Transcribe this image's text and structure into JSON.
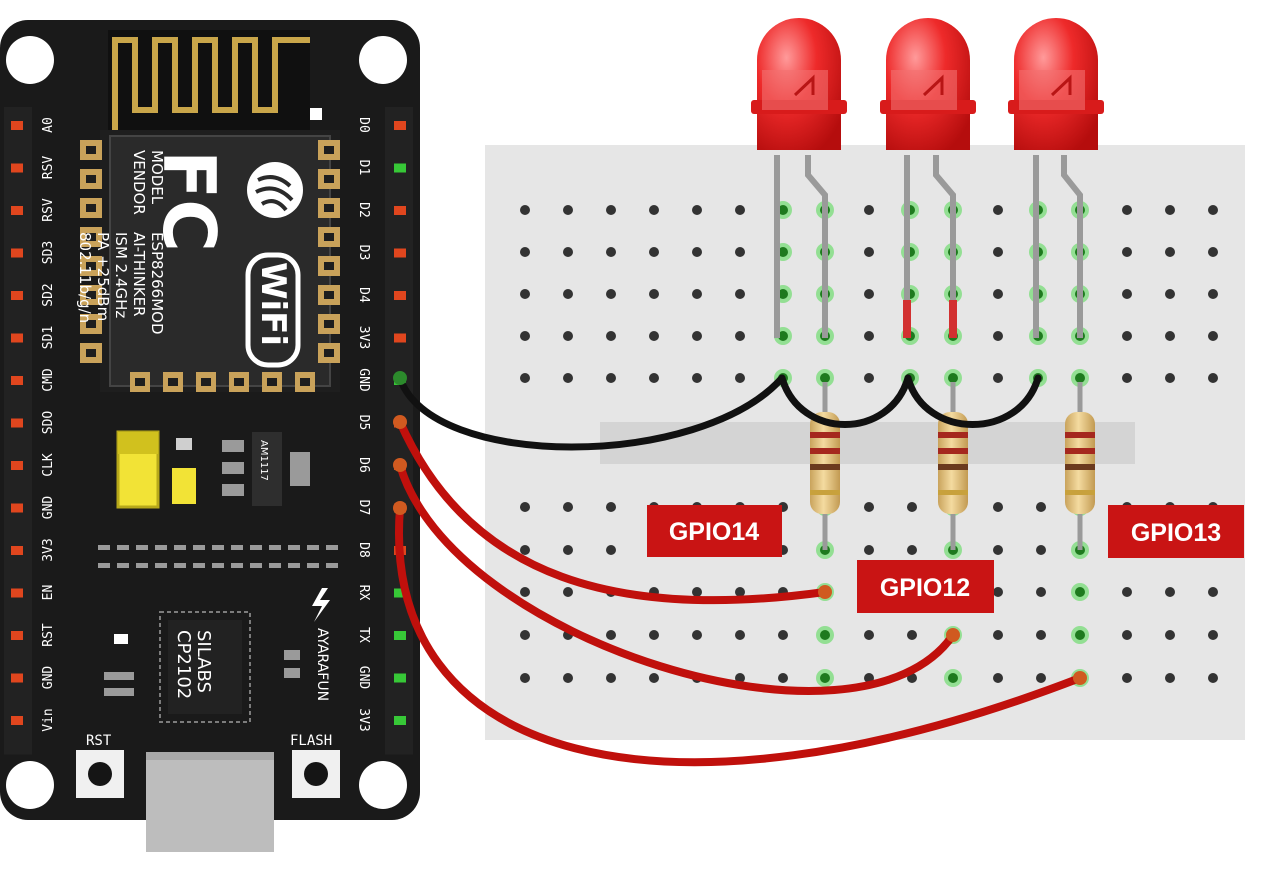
{
  "board": {
    "left_pins": [
      "A0",
      "RSV",
      "RSV",
      "SD3",
      "SD2",
      "SD1",
      "CMD",
      "SDO",
      "CLK",
      "GND",
      "3V3",
      "EN",
      "RST",
      "GND",
      "Vin"
    ],
    "right_pins": [
      "D0",
      "D1",
      "D2",
      "D3",
      "D4",
      "3V3",
      "GND",
      "D5",
      "D6",
      "D7",
      "D8",
      "RX",
      "TX",
      "GND",
      "3V3"
    ],
    "module": {
      "fc_logo": "FC",
      "lines": [
        "MODEL",
        "VENDOR",
        "ISM 2.4GHz",
        "PA +25dBm",
        "802.11b/g/n"
      ],
      "values": [
        "ESP8266MOD",
        "AI-THINKER"
      ],
      "wifi_logo": "WiFi"
    },
    "regulator": "AM1117",
    "usb_chip": [
      "SILABS",
      "CP2102"
    ],
    "maker": "AYARAFUN",
    "buttons": {
      "reset": "RST",
      "flash": "FLASH"
    }
  },
  "labels": {
    "gpio14": "GPIO14",
    "gpio12": "GPIO12",
    "gpio13": "GPIO13"
  },
  "colors": {
    "board": "#1a1a1a",
    "breadboard": "#e6e6e6",
    "wire_ground": "#111111",
    "wire_signal": "#c0100c",
    "led": "#e8191c",
    "label_bg": "#c91414",
    "active_hole": "#37c837"
  }
}
